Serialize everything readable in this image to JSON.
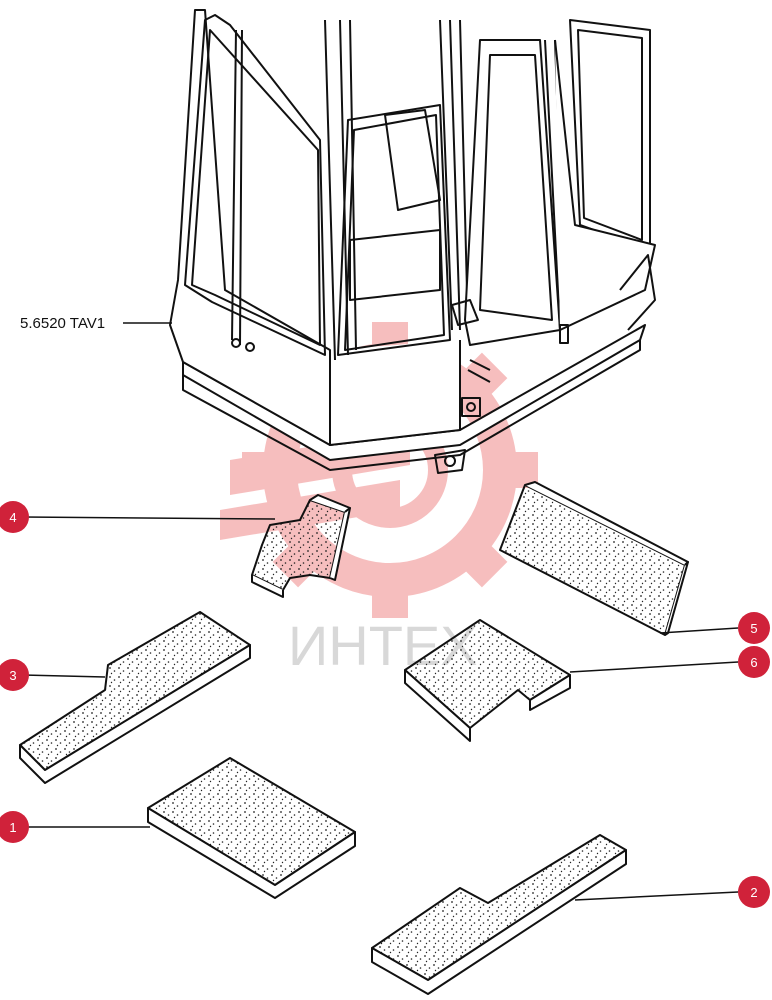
{
  "diagram": {
    "part_number": "5.6520 TAV1",
    "watermark_text": "ИНТЕХ",
    "callouts": [
      {
        "number": "1"
      },
      {
        "number": "2"
      },
      {
        "number": "3"
      },
      {
        "number": "4"
      },
      {
        "number": "5"
      },
      {
        "number": "6"
      }
    ]
  },
  "colors": {
    "callout_fill": "#d0223a",
    "watermark_gear": "#f3b4b4",
    "line": "#111111",
    "foam_dots": "#222222"
  }
}
